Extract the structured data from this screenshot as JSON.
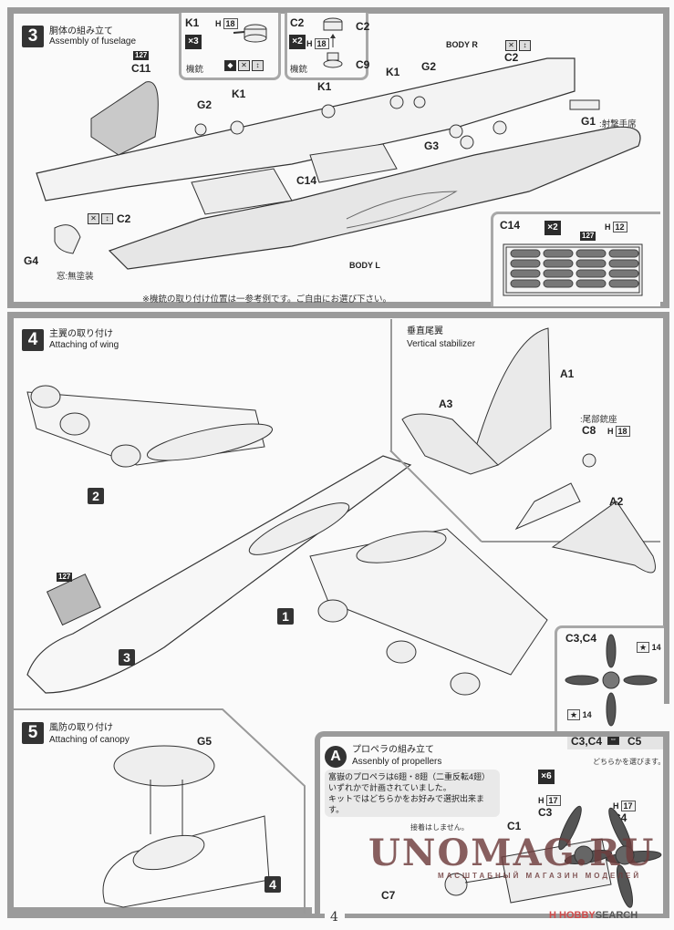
{
  "page_number": "4",
  "step3": {
    "number": "3",
    "title_jp": "胴体の組み立て",
    "title_en": "Assembly of fuselage",
    "parts": {
      "c11": "C11",
      "c11_badge": "127",
      "g2_left": "G2",
      "k1_left": "K1",
      "k1_mid": "K1",
      "k1_right": "K1",
      "g2_right": "G2",
      "c2_top": "C2",
      "body_r": "BODY R",
      "g1": "G1",
      "g1_note": ":射撃手席",
      "g3": "G3",
      "c14": "C14",
      "c2_left": "C2",
      "g4": "G4",
      "g4_note": "窓:無塗装",
      "body_l": "BODY L"
    },
    "footnote": "※機銃の取り付け位置は一参考例です。ご自由にお選び下さい。",
    "box_k1": {
      "part": "K1",
      "multiplier": "×3",
      "h_label": "H",
      "h_number": "18",
      "caption": "機銃"
    },
    "box_c2": {
      "part_top": "C2",
      "part_bottom": "C9",
      "multiplier": "×2",
      "h_label": "H",
      "h_number": "18",
      "caption": "機銃"
    },
    "box_c14": {
      "part": "C14",
      "multiplier": "×2",
      "badge": "127",
      "h_label": "H",
      "h_number": "12"
    }
  },
  "step4": {
    "number": "4",
    "title_jp": "主翼の取り付け",
    "title_en": "Attaching of wing",
    "badge": "127",
    "callouts": [
      "2",
      "1",
      "3"
    ],
    "vertical_stabilizer": {
      "title_jp": "垂直尾翼",
      "title_en": "Vertical stabilizer",
      "a1": "A1",
      "a3": "A3",
      "a2": "A2",
      "c8": "C8",
      "c8_note": ":尾部銃座",
      "h_label": "H",
      "h_number": "18"
    }
  },
  "propeller_detail": {
    "title": "C3,C4",
    "paint_number": "14",
    "choice_left": "C3,C4",
    "choice_right": "C5",
    "choice_note": "どちらかを選びます。"
  },
  "step5": {
    "number": "5",
    "title_jp": "風防の取り付け",
    "title_en": "Attaching of canopy",
    "g5": "G5",
    "callout": "4"
  },
  "stepA": {
    "letter": "A",
    "title_jp": "プロペラの組み立て",
    "title_en": "Assenbly of propellers",
    "description": [
      "富嶽のプロペラは6翅・8翅（二重反転4翅）",
      "いずれかで計画されていました。",
      "キットではどちらかをお好みで選択出来ます。"
    ],
    "multiplier": "×6",
    "c1": "C1",
    "c3": "C3",
    "c4": "C4",
    "c7": "C7",
    "h_label": "H",
    "h_number": "17",
    "no_glue_note": "接着はしません。"
  },
  "watermark": {
    "main": "UNOMAG.RU",
    "sub": "МАСШТАБНЫЙ МАГАЗИН МОДЕЛЕЙ"
  },
  "credit": {
    "logo": "H",
    "brand": "HOBBY",
    "suffix": "SEARCH"
  }
}
